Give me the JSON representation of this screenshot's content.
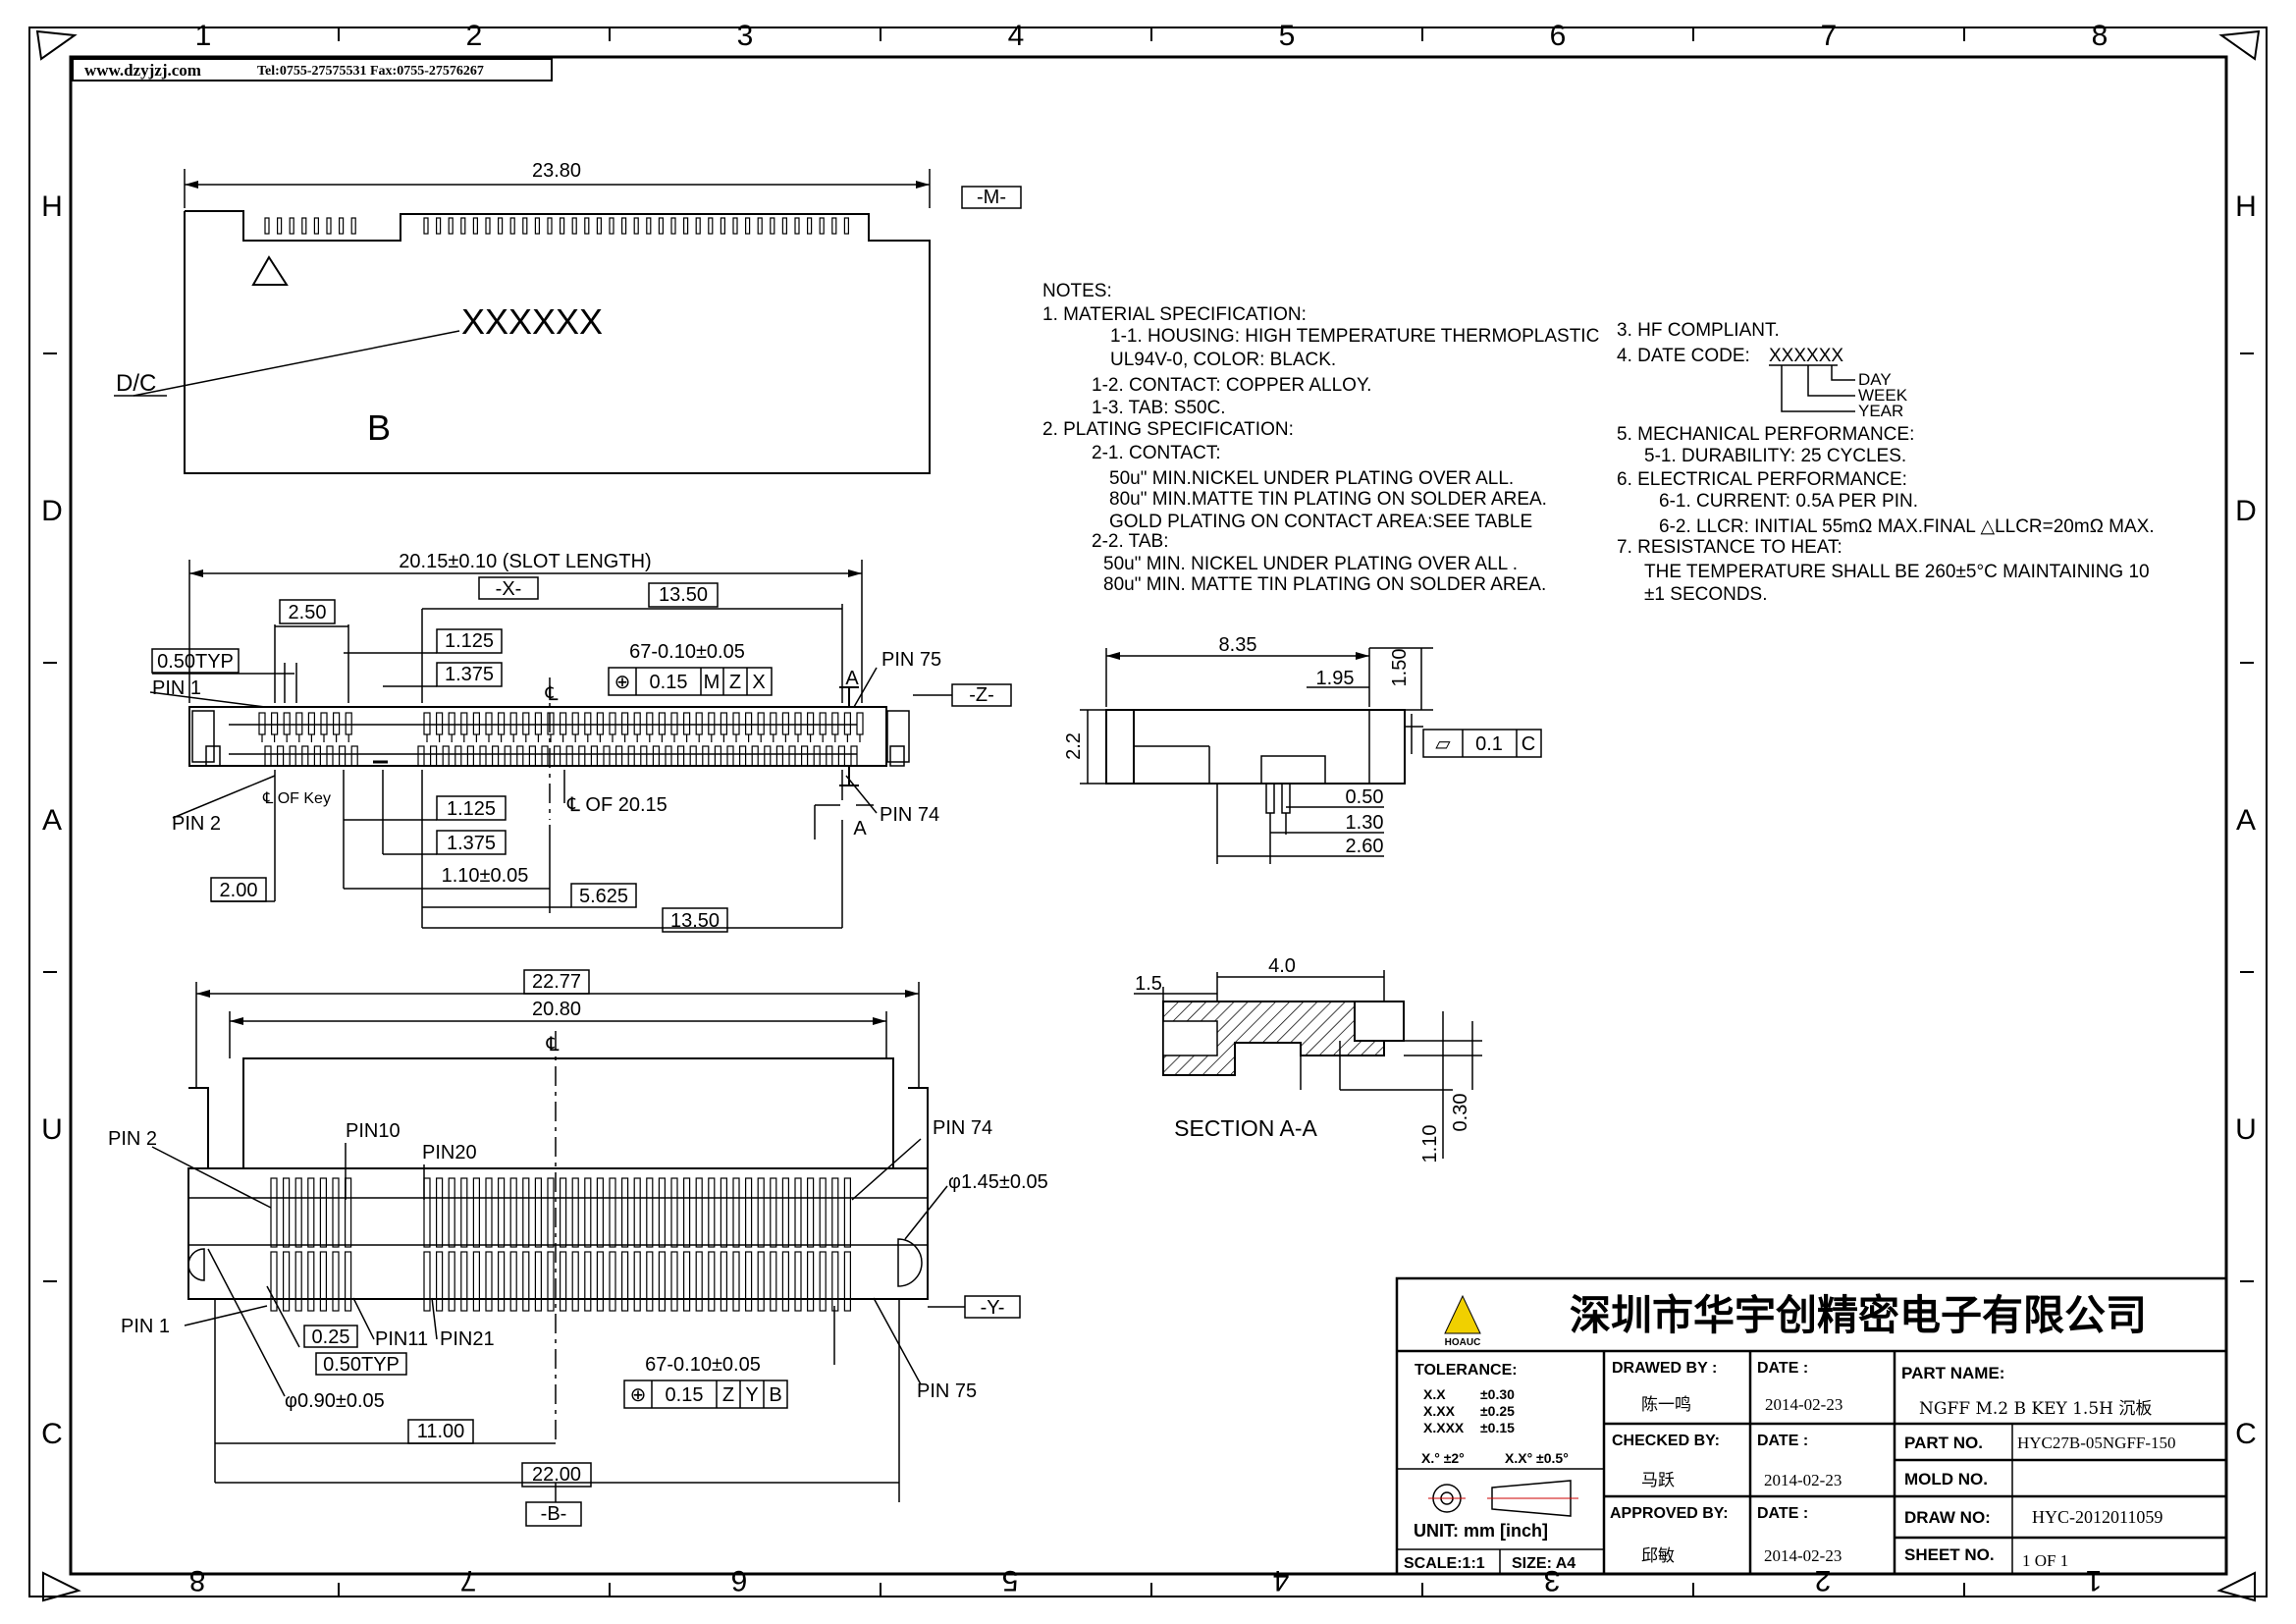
{
  "header": {
    "website": "www.dzyjzj.com",
    "contact": "Tel:0755-27575531 Fax:0755-27576267"
  },
  "grid": {
    "top_columns": [
      "1",
      "2",
      "3",
      "4",
      "5",
      "6",
      "7",
      "8"
    ],
    "bottom_columns": [
      "8",
      "7",
      "6",
      "5",
      "4",
      "3",
      "2",
      "1"
    ],
    "rows_left": [
      "H",
      "D",
      "A",
      "U",
      "C"
    ],
    "rows_right": [
      "H",
      "D",
      "A",
      "U",
      "C"
    ]
  },
  "top_view": {
    "width_dim": "23.80",
    "datum": "-M-",
    "date_code": "XXXXXX",
    "dc_label": "D/C",
    "key_letter": "B"
  },
  "front_view": {
    "slot_length": "20.15±0.10 (SLOT LENGTH)",
    "datum_x": "-X-",
    "datum_z": "-Z-",
    "dim_2_50": "2.50",
    "dim_13_50_top": "13.50",
    "pitch_typ": "0.50TYP",
    "dim_1_125_top": "1.125",
    "dim_1_375_top": "1.375",
    "pin_count_tol": "67-0.10±0.05",
    "fcf": [
      "⊕",
      "0.15",
      "M",
      "Z",
      "X"
    ],
    "pin1": "PIN 1",
    "pin2": "PIN 2",
    "pin74": "PIN 74",
    "pin75": "PIN 75",
    "cl_key": "℄ OF Key",
    "cl_20_15": "℄ OF 20.15",
    "section_mark": "A",
    "center_mark": "℄",
    "dim_1_125_bot": "1.125",
    "dim_1_375_bot": "1.375",
    "dim_2_00": "2.00",
    "dim_1_10": "1.10±0.05",
    "dim_5_625": "5.625",
    "dim_13_50_bot": "13.50"
  },
  "side_view": {
    "dim_8_35": "8.35",
    "dim_1_95": "1.95",
    "dim_1_50": "1.50",
    "dim_2_2": "2.2",
    "flatness": [
      "▱",
      "0.1",
      "C"
    ],
    "dim_0_50": "0.50",
    "dim_1_30": "1.30",
    "dim_2_60": "2.60"
  },
  "section": {
    "dim_1_5": "1.5",
    "dim_4_0": "4.0",
    "dim_0_30": "0.30",
    "dim_1_10": "1.10",
    "label": "SECTION A-A"
  },
  "bottom_view": {
    "dim_22_77": "22.77",
    "dim_20_80": "20.80",
    "center_mark": "℄",
    "pin2": "PIN 2",
    "pin10": "PIN10",
    "pin20": "PIN20",
    "pin74": "PIN 74",
    "hole_dia": "φ1.45±0.05",
    "pin1": "PIN 1",
    "pin11": "PIN11",
    "pin21": "PIN21",
    "dim_0_25": "0.25",
    "pitch_typ": "0.50TYP",
    "peg_dia": "φ0.90±0.05",
    "pin_count_tol": "67-0.10±0.05",
    "fcf": [
      "⊕",
      "0.15",
      "Z",
      "Y",
      "B"
    ],
    "datum_y": "-Y-",
    "pin75": "PIN 75",
    "dim_11_00": "11.00",
    "dim_22_00": "22.00",
    "datum_b": "-B-"
  },
  "notes": {
    "left": [
      "NOTES:",
      "1. MATERIAL SPECIFICATION:",
      "1-1. HOUSING: HIGH TEMPERATURE THERMOPLASTIC",
      "UL94V-0, COLOR: BLACK.",
      "1-2. CONTACT: COPPER ALLOY.",
      "1-3. TAB: S50C.",
      "2. PLATING SPECIFICATION:",
      "2-1. CONTACT:",
      "50u\" MIN.NICKEL UNDER PLATING OVER ALL.",
      "80u\" MIN.MATTE TIN PLATING ON SOLDER AREA.",
      "GOLD PLATING ON CONTACT AREA:SEE TABLE",
      "2-2. TAB:",
      "50u\" MIN. NICKEL UNDER PLATING OVER ALL .",
      "80u\" MIN. MATTE TIN PLATING ON SOLDER AREA."
    ],
    "right": [
      "3. HF COMPLIANT.",
      "4. DATE CODE:",
      "5. MECHANICAL PERFORMANCE:",
      "5-1. DURABILITY: 25 CYCLES.",
      "6. ELECTRICAL PERFORMANCE:",
      "6-1. CURRENT: 0.5A PER PIN.",
      "6-2. LLCR: INITIAL 55mΩ MAX.FINAL △LLCR=20mΩ MAX.",
      "7. RESISTANCE TO HEAT:",
      "THE TEMPERATURE SHALL BE 260±5°C MAINTAINING 10",
      "±1 SECONDS."
    ],
    "date_code_value": "XXXXXX",
    "dc_day": "DAY",
    "dc_week": "WEEK",
    "dc_year": "YEAR"
  },
  "title_block": {
    "company": "深圳市华宇创精密电子有限公司",
    "logo_text": "HOAUC",
    "tolerance_label": "TOLERANCE:",
    "tol_rows": [
      [
        "X.X",
        "±0.30"
      ],
      [
        "X.XX",
        "±0.25"
      ],
      [
        "X.XXX",
        "±0.15"
      ]
    ],
    "angle_tol": [
      "X.° ±2°",
      "X.X° ±0.5°"
    ],
    "unit": "UNIT: mm [inch]",
    "scale": "SCALE:1:1",
    "size": "SIZE: A4",
    "drawn_by_label": "DRAWED BY :",
    "drawn_by": "陈一鸣",
    "checked_by_label": "CHECKED BY:",
    "checked_by": "马跃",
    "approved_by_label": "APPROVED BY:",
    "approved_by": "邱敏",
    "date_label": "DATE :",
    "date_drawn": "2014-02-23",
    "date_checked": "2014-02-23",
    "date_approved": "2014-02-23",
    "part_name_label": "PART NAME:",
    "part_name": "NGFF M.2 B KEY 1.5H 沉板",
    "part_no_label": "PART NO.",
    "part_no": "HYC27B-05NGFF-150",
    "mold_no_label": "MOLD NO.",
    "mold_no": "",
    "draw_no_label": "DRAW NO:",
    "draw_no": "HYC-2012011059",
    "sheet_no_label": "SHEET NO.",
    "sheet_no": "1 OF 1"
  }
}
